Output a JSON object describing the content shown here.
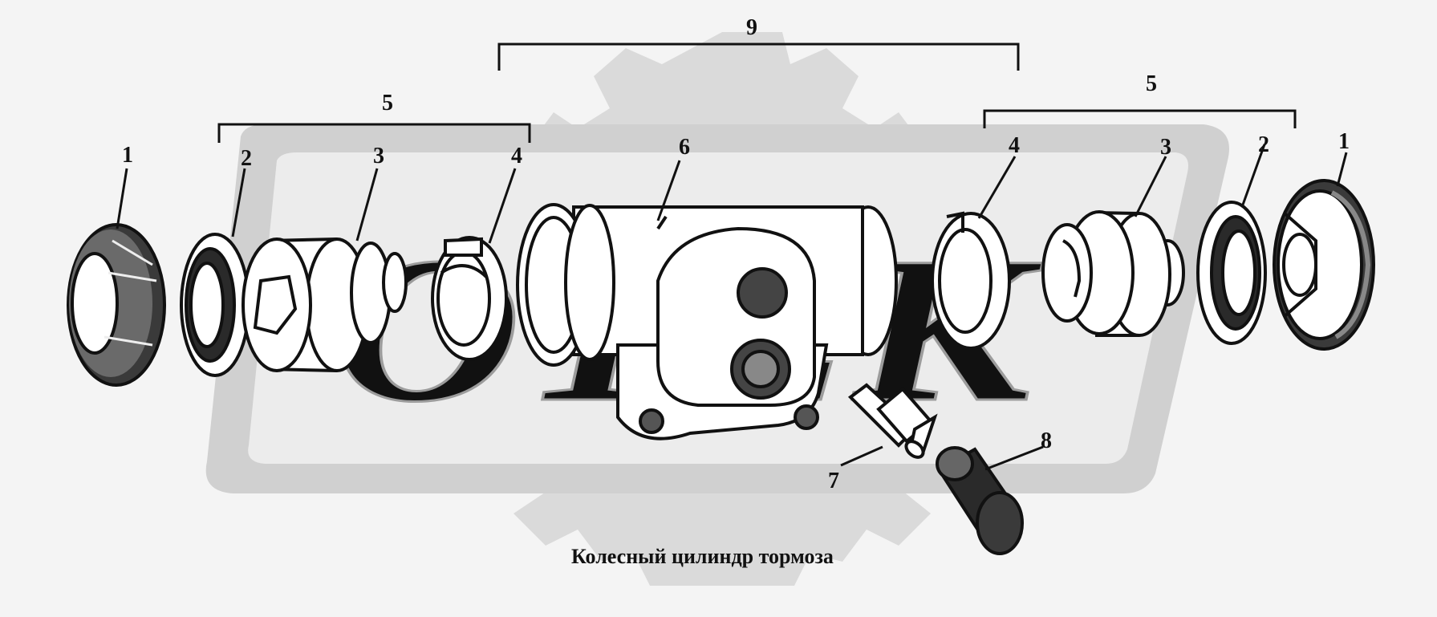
{
  "caption": "Колесный цилиндр тормоза",
  "labels": {
    "l1_left": "1",
    "l2_left": "2",
    "l3_left": "3",
    "l4_left": "4",
    "l5_left": "5",
    "l6": "6",
    "l7": "7",
    "l8": "8",
    "l9": "9",
    "l4_right": "4",
    "l3_right": "3",
    "l2_right": "2",
    "l1_right": "1",
    "l5_right": "5"
  },
  "watermark": {
    "text": "ОТЕК"
  },
  "colors": {
    "watermark": "#d6d6d6",
    "line": "#111111",
    "part_fill": "#ffffff",
    "dark": "#2a2a2a",
    "background": "#f4f4f4"
  }
}
